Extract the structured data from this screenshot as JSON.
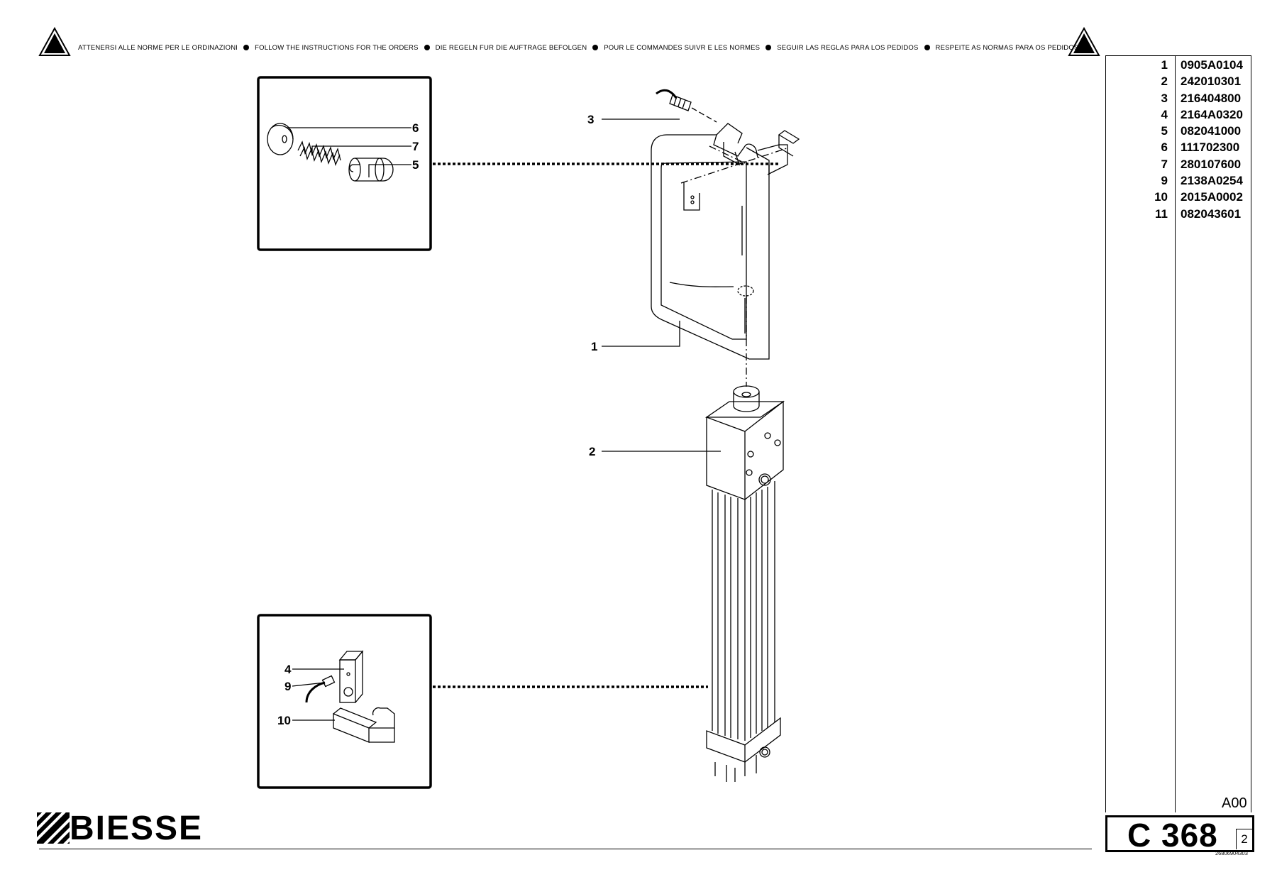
{
  "header": {
    "notices": [
      "ATTENERSI ALLE NORME PER LE ORDINAZIONI",
      "FOLLOW THE INSTRUCTIONS FOR THE ORDERS",
      "DIE REGELN FUR DIE AUFTRAGE BEFOLGEN",
      "POUR LE COMMANDES SUIVR E LES NORMES",
      "SEGUIR LAS REGLAS PARA LOS PEDIDOS",
      "RESPEITE AS NORMAS PARA OS PEDIDOS"
    ]
  },
  "parts_list": [
    {
      "num": "1",
      "code": "0905A0104"
    },
    {
      "num": "2",
      "code": "242010301"
    },
    {
      "num": "3",
      "code": "216404800"
    },
    {
      "num": "4",
      "code": "2164A0320"
    },
    {
      "num": "5",
      "code": "082041000"
    },
    {
      "num": "6",
      "code": "111702300"
    },
    {
      "num": "7",
      "code": "280107600"
    },
    {
      "num": "9",
      "code": "2138A0254"
    },
    {
      "num": "10",
      "code": "2015A0002"
    },
    {
      "num": "11",
      "code": "082043601"
    }
  ],
  "callouts": {
    "c1": "1",
    "c2": "2",
    "c3": "3",
    "c4": "4",
    "c5": "5",
    "c6": "6",
    "c7": "7",
    "c9": "9",
    "c10": "10"
  },
  "footer": {
    "brand": "BIESSE",
    "revision": "A00",
    "table_code": "C 368",
    "sheet": "2",
    "document_number": "26806904303"
  }
}
